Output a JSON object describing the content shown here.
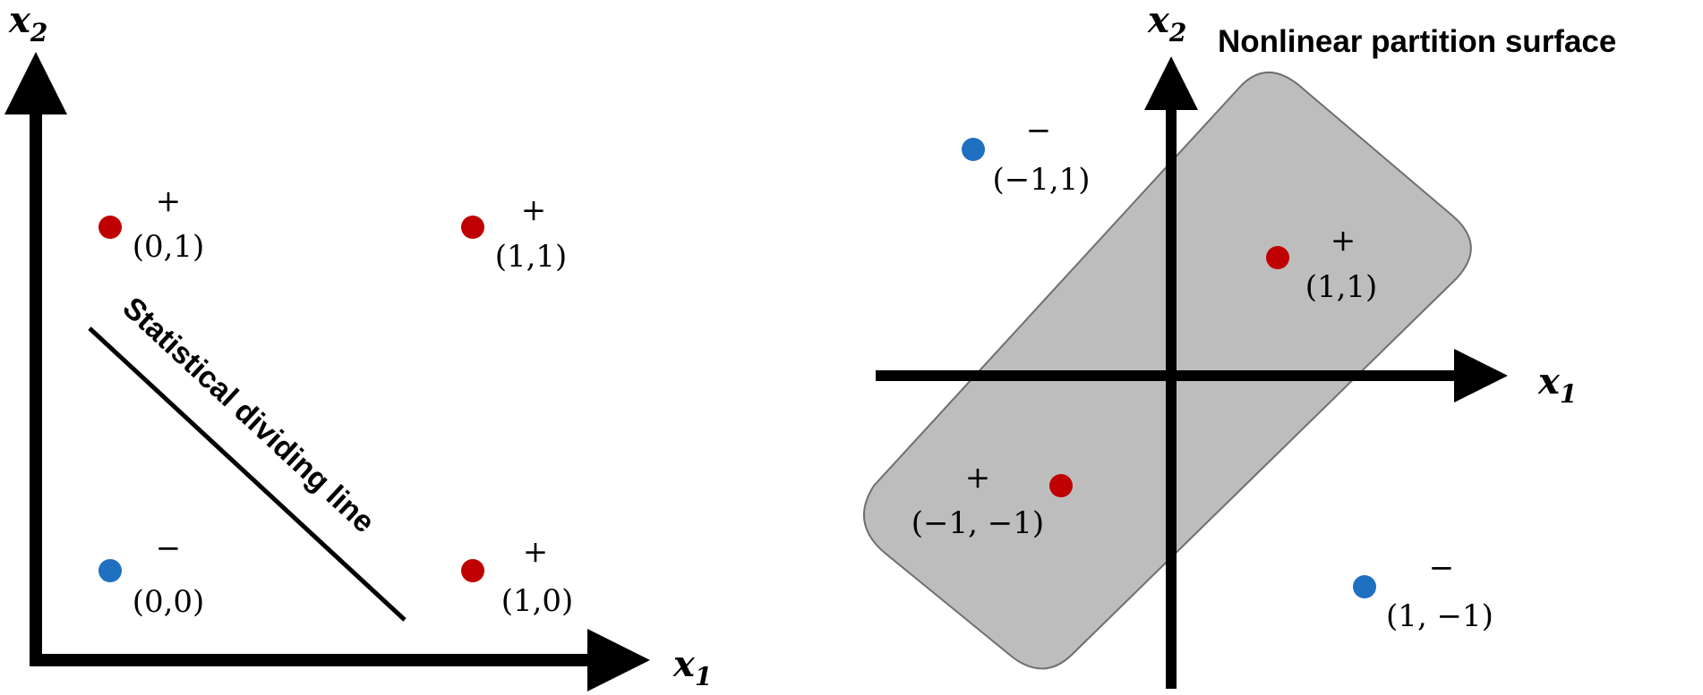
{
  "left_panel": {
    "x_axis_label": "x",
    "x_axis_sub": "1",
    "y_axis_label": "x",
    "y_axis_sub": "2",
    "divider_label": "Statistical dividing line",
    "points": [
      {
        "sign": "+",
        "coord": "(0,1)",
        "color": "#c00000"
      },
      {
        "sign": "+",
        "coord": "(1,1)",
        "color": "#c00000"
      },
      {
        "sign": "−",
        "coord": "(0,0)",
        "color": "#1f70c1"
      },
      {
        "sign": "+",
        "coord": "(1,0)",
        "color": "#c00000"
      }
    ]
  },
  "right_panel": {
    "title": "Nonlinear partition surface",
    "x_axis_label": "x",
    "x_axis_sub": "1",
    "y_axis_label": "x",
    "y_axis_sub": "2",
    "region_color": "#bdbdbd",
    "points": [
      {
        "sign": "−",
        "coord": "(−1,1)",
        "color": "#1f70c1"
      },
      {
        "sign": "+",
        "coord": "(1,1)",
        "color": "#c00000"
      },
      {
        "sign": "+",
        "coord": "(−1, −1)",
        "color": "#c00000"
      },
      {
        "sign": "−",
        "coord": "(1, −1)",
        "color": "#1f70c1"
      }
    ]
  }
}
